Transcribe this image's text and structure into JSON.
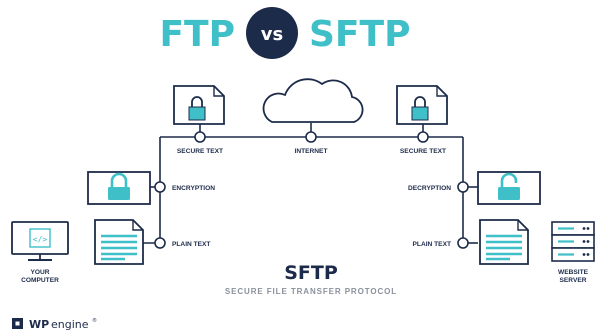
{
  "header": {
    "left": "FTP",
    "vs": "vs",
    "right": "SFTP"
  },
  "diagram": {
    "cloud_label": "INTERNET",
    "top_left_label": "SECURE TEXT",
    "top_right_label": "SECURE TEXT",
    "mid_left_label": "ENCRYPTION",
    "mid_right_label": "DECRYPTION",
    "bottom_left_label": "PLAIN TEXT",
    "bottom_right_label": "PLAIN TEXT",
    "computer_label_line1": "YOUR",
    "computer_label_line2": "COMPUTER",
    "server_label_line1": "WEBSITE",
    "server_label_line2": "SERVER",
    "center_title": "SFTP",
    "center_subtitle": "SECURE FILE TRANSFER PROTOCOL"
  },
  "footer": {
    "brand_wp": "WP",
    "brand_engine": "engine",
    "brand_mark": "®"
  },
  "colors": {
    "teal": "#3fbfc7",
    "navy": "#1d2b4a",
    "gray": "#8a919c",
    "white": "#ffffff"
  },
  "icons": {
    "secure_doc": "lock-document-icon",
    "cloud": "cloud-icon",
    "padlock": "padlock-icon",
    "plain_doc": "text-document-icon",
    "computer": "computer-icon",
    "server": "server-icon",
    "brand": "wpengine-logo-icon"
  }
}
